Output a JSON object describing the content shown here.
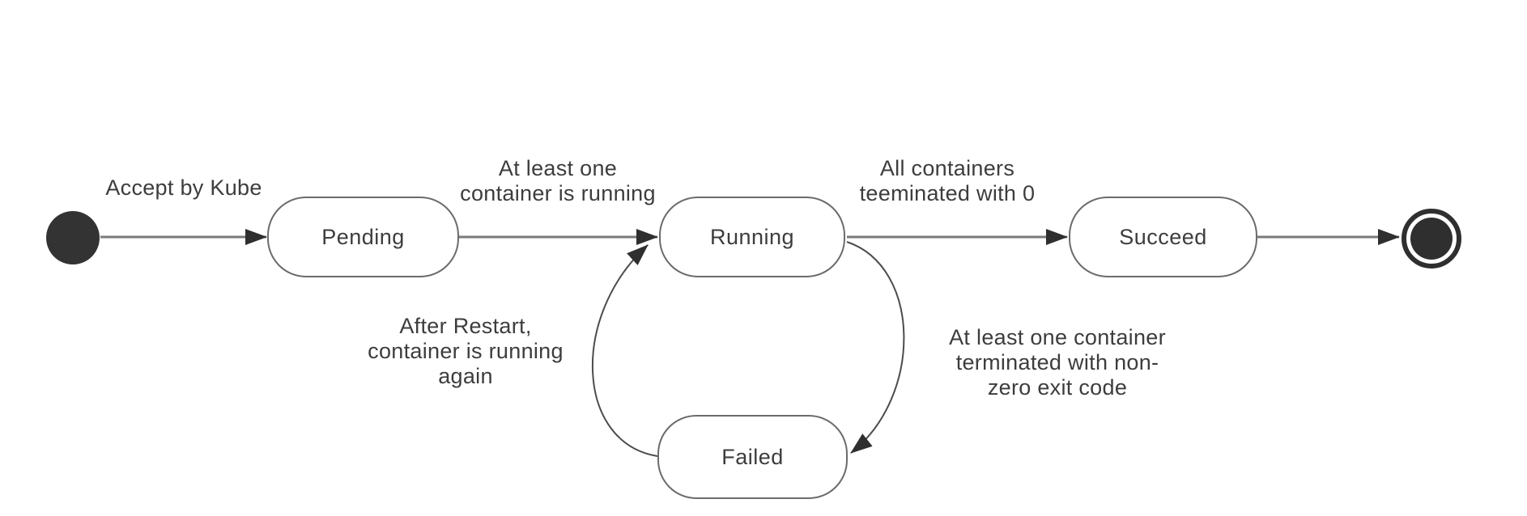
{
  "diagram": {
    "type": "uml-state-diagram",
    "subject": "Pod lifecycle",
    "colors": {
      "background": "#ffffff",
      "node_fill": "#ffffff",
      "node_border": "#6b6b6b",
      "edge_line": "#7a7a7a",
      "curve_line": "#4c4c4c",
      "arrowhead": "#2f2f2f",
      "terminal_fill": "#333333",
      "text": "#3d3d3d"
    },
    "states": [
      {
        "id": "pending",
        "label": "Pending"
      },
      {
        "id": "running",
        "label": "Running"
      },
      {
        "id": "succeed",
        "label": "Succeed"
      },
      {
        "id": "failed",
        "label": "Failed"
      }
    ],
    "terminals": [
      {
        "id": "initial-state",
        "shape": "filled-circle"
      },
      {
        "id": "final-state",
        "shape": "ringed-filled-circle"
      }
    ],
    "transitions": [
      {
        "from": "initial",
        "to": "pending",
        "lines": [
          "Accept by Kube"
        ]
      },
      {
        "from": "pending",
        "to": "running",
        "lines": [
          "At least one",
          "container is running"
        ]
      },
      {
        "from": "running",
        "to": "succeed",
        "lines": [
          "All containers",
          "teeminated with 0"
        ]
      },
      {
        "from": "succeed",
        "to": "final",
        "lines": []
      },
      {
        "from": "failed",
        "to": "running",
        "lines": [
          "After Restart,",
          "container is running",
          "again"
        ]
      },
      {
        "from": "running",
        "to": "failed",
        "lines": [
          "At least one container",
          "terminated with non-",
          "zero exit code"
        ]
      }
    ]
  }
}
